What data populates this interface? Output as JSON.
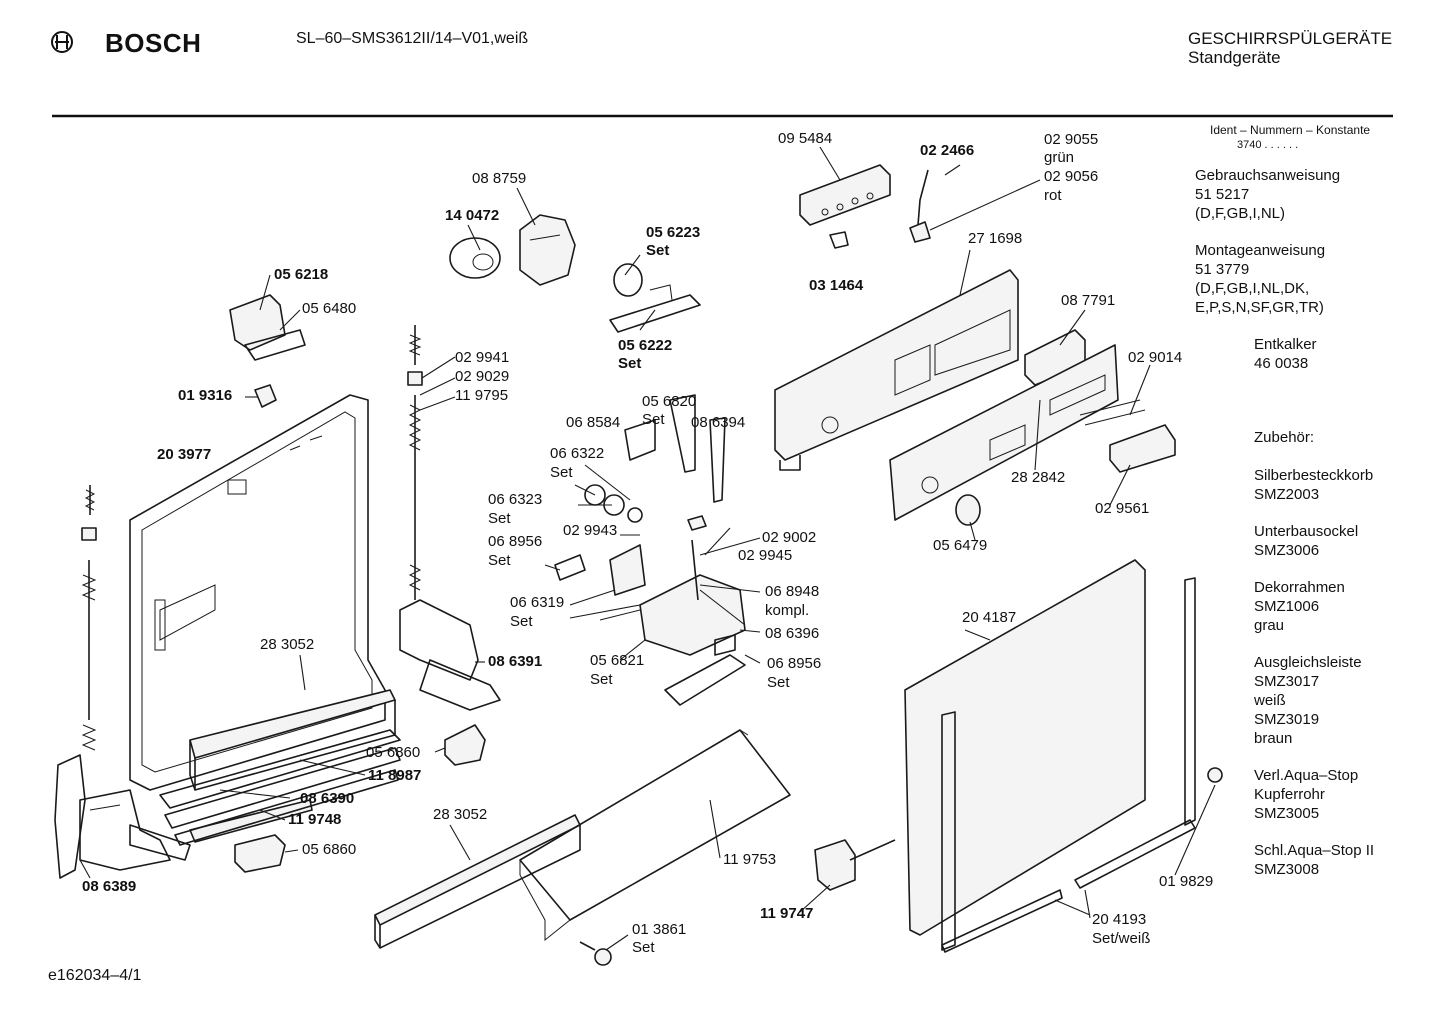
{
  "header": {
    "brand": "BOSCH",
    "model": "SL–60–SMS3612II/14–V01,weiß",
    "category_line1": "GESCHIRRSPÜLGERÄTE",
    "category_line2": "Standgeräte"
  },
  "sidebar": {
    "ident_title": "Ident – Nummern – Konstante",
    "ident_value": "3740 . . . . . .",
    "entries": [
      {
        "lines": [
          "Gebrauchsanweisung",
          "51 5217",
          "(D,F,GB,I,NL)"
        ]
      },
      {
        "lines": [
          "Montageanweisung",
          "51 3779",
          "(D,F,GB,I,NL,DK,",
          "E,P,S,N,SF,GR,TR)"
        ]
      }
    ],
    "entries_right": [
      {
        "lines": [
          "Entkalker",
          "46 0038"
        ]
      },
      {
        "lines": [
          "Zubehör:"
        ]
      },
      {
        "lines": [
          "Silberbesteckkorb",
          "SMZ2003"
        ]
      },
      {
        "lines": [
          "Unterbausockel",
          "SMZ3006"
        ]
      },
      {
        "lines": [
          "Dekorrahmen",
          "SMZ1006",
          "grau"
        ]
      },
      {
        "lines": [
          "Ausgleichsleiste",
          "SMZ3017",
          "weiß",
          "SMZ3019",
          "braun"
        ]
      },
      {
        "lines": [
          "Verl.Aqua–Stop",
          "Kupferrohr",
          "SMZ3005"
        ]
      },
      {
        "lines": [
          "Schl.Aqua–Stop II",
          "SMZ3008"
        ]
      }
    ]
  },
  "parts": {
    "p095484": "09 5484",
    "p022466": "02 2466",
    "p029055": "02 9055",
    "gruen": "grün",
    "p029056": "02 9056",
    "rot": "rot",
    "p088759": "08 8759",
    "p140472": "14 0472",
    "p056223": "05 6223",
    "set1": "Set",
    "p031464": "03 1464",
    "p271698": "27 1698",
    "p056218": "05 6218",
    "p056480": "05 6480",
    "p056222": "05 6222",
    "set2": "Set",
    "p087791": "08 7791",
    "p029941": "02 9941",
    "p029029": "02 9029",
    "p119795": "11 9795",
    "p019316": "01 9316",
    "p029014": "02 9014",
    "p056820": "05 6820",
    "set3": "Set",
    "p068584": "06 8584",
    "p086394": "08 6394",
    "p203977": "20 3977",
    "p066322": "06 6322",
    "set4": "Set",
    "p066323": "06 6323",
    "set5": "Set",
    "p282842": "28 2842",
    "p029561": "02 9561",
    "p029943": "02 9943",
    "p029002": "02 9002",
    "p068956a": "06 8956",
    "set6": "Set",
    "p029945": "02 9945",
    "p056479": "05 6479",
    "p068948": "06 8948",
    "kompl": "kompl.",
    "p066319": "06 6319",
    "set7": "Set",
    "p086396": "08 6396",
    "p204187": "20 4187",
    "p283052a": "28 3052",
    "p086391": "08 6391",
    "p056821": "05 6821",
    "set8": "Set",
    "p068956b": "06 8956",
    "set9": "Set",
    "p056860a": "05 6860",
    "p118987": "11 8987",
    "p086390": "08 6390",
    "p119748": "11 9748",
    "p283052b": "28 3052",
    "p056860b": "05 6860",
    "p119753": "11 9753",
    "p086389": "08 6389",
    "p119747": "11 9747",
    "p019829": "01 9829",
    "p204193": "20 4193",
    "setweiss": "Set/weiß",
    "p013861": "01 3861",
    "set10": "Set"
  },
  "footer": {
    "code": "e162034–4/1"
  }
}
